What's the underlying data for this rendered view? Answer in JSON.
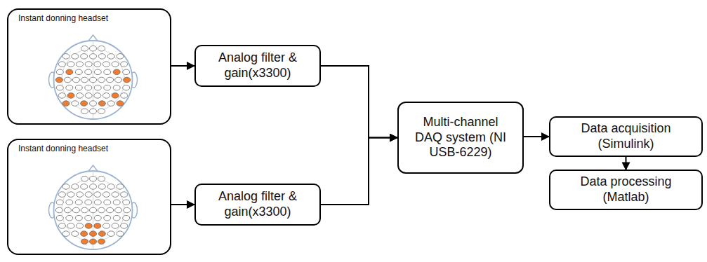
{
  "diagram": {
    "nodes": [
      {
        "text": [
          "Instant donning headset"
        ]
      },
      {
        "text": [
          "Instant donning headset"
        ]
      },
      {
        "text": [
          "Analog filter & gain(x3300)"
        ]
      },
      {
        "text": [
          "Analog filter & gain(x3300)"
        ]
      },
      {
        "text": [
          "Multi-channel DAQ system (NI USB-6229)"
        ]
      },
      {
        "text": [
          "Data acquisition (Simulink)"
        ]
      },
      {
        "text": [
          "Data processing (Matlab)"
        ]
      }
    ],
    "edges": [
      {
        "from": 0,
        "to": 2,
        "arrow": "to"
      },
      {
        "from": 1,
        "to": 3,
        "arrow": "to"
      },
      {
        "from": 2,
        "to": 4,
        "arrow": "to"
      },
      {
        "from": 3,
        "to": 4,
        "arrow": "to"
      },
      {
        "from": 4,
        "to": 5,
        "arrow": "to"
      },
      {
        "from": 5,
        "to": 6,
        "arrow": "to"
      }
    ]
  }
}
